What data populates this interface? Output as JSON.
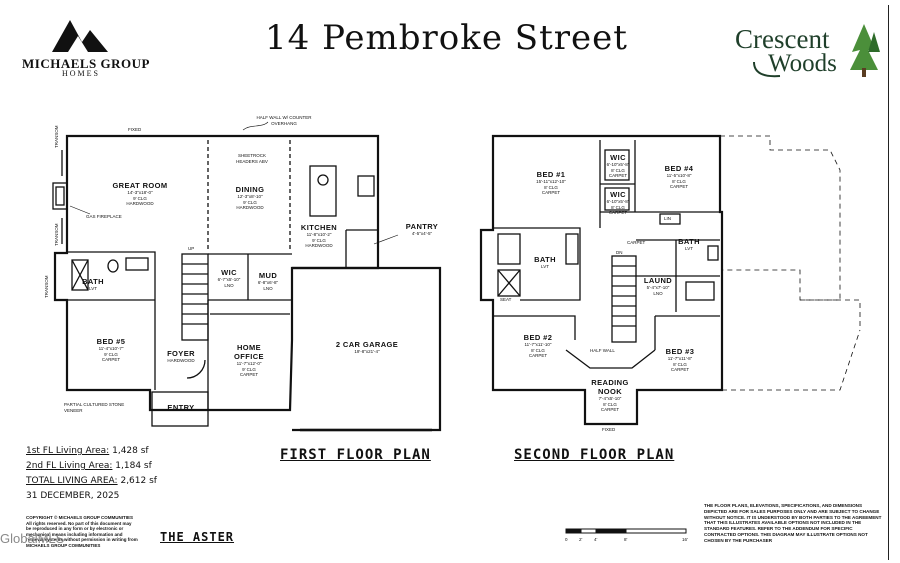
{
  "header": {
    "title": "14 Pembroke Street",
    "builder_name": "MICHAELS GROUP",
    "builder_sub": "HOMES",
    "community_line1": "Crescent",
    "community_line2": "Woods"
  },
  "first_floor": {
    "plan_title": "FIRST FLOOR PLAN",
    "notes": {
      "fixed": "FIXED",
      "half_wall": "HALF WALL W/ COUNTER OVERHANG",
      "sheetrock": "SHEETROCK HEADERS ABV",
      "gas_fireplace": "GAS FIREPLACE",
      "transom_a": "TRANSOM",
      "transom_b": "TRANSOM",
      "transom_c": "TRANSOM",
      "partial_stone": "PARTIAL CULTURED STONE VENEER",
      "up": "UP"
    },
    "rooms": [
      {
        "name": "GREAT ROOM",
        "dims": "14'-3\"x18'-0\"",
        "ceiling": "9' CLG",
        "floor": "HARDWOOD"
      },
      {
        "name": "DINING",
        "dims": "12'-3\"x8'-10\"",
        "ceiling": "9' CLG",
        "floor": "HARDWOOD"
      },
      {
        "name": "KITCHEN",
        "dims": "11'-8\"x10'-2\"",
        "ceiling": "9' CLG",
        "floor": "HARDWOOD"
      },
      {
        "name": "PANTRY",
        "dims": "4'-5\"x4'-5\""
      },
      {
        "name": "WIC",
        "dims": "6'-7\"x5'-10\"",
        "floor": "LNO"
      },
      {
        "name": "MUD",
        "dims": "6'-8\"x6'-8\"",
        "floor": "LNO"
      },
      {
        "name": "BATH",
        "floor": "LVT"
      },
      {
        "name": "BED #5",
        "dims": "11'-4\"x10'-7\"",
        "ceiling": "9' CLG",
        "floor": "CARPET"
      },
      {
        "name": "FOYER",
        "floor": "HARDWOOD"
      },
      {
        "name": "HOME OFFICE",
        "dims": "11'-7\"x12'-0\"",
        "ceiling": "9' CLG",
        "floor": "CARPET"
      },
      {
        "name": "2 CAR GARAGE",
        "dims": "19'-8\"x21'-4\""
      },
      {
        "name": "ENTRY"
      }
    ]
  },
  "second_floor": {
    "plan_title": "SECOND FLOOR PLAN",
    "notes": {
      "half_wall": "HALF WALL",
      "fixed": "FIXED",
      "seat": "SEAT",
      "carpet_hall": "CARPET",
      "lin": "LIN",
      "dn": "DN"
    },
    "rooms": [
      {
        "name": "BED #1",
        "dims": "15'-11\"x12'-10\"",
        "ceiling": "8' CLG",
        "floor": "CARPET"
      },
      {
        "name": "WIC",
        "dims": "6'-10\"x5'-8\"",
        "ceiling": "8' CLG",
        "floor": "CARPET"
      },
      {
        "name": "WIC",
        "dims": "6'-10\"x5'-8\"",
        "ceiling": "8' CLG",
        "floor": "CARPET"
      },
      {
        "name": "BED #4",
        "dims": "11'-5\"x10'-8\"",
        "ceiling": "8' CLG",
        "floor": "CARPET"
      },
      {
        "name": "BATH",
        "floor": "LVT"
      },
      {
        "name": "BATH",
        "floor": "LVT"
      },
      {
        "name": "LAUND",
        "dims": "5'-4\"x7'-10\"",
        "floor": "LNO"
      },
      {
        "name": "BED #2",
        "dims": "11'-7\"x11'-10\"",
        "ceiling": "8' CLG",
        "floor": "CARPET"
      },
      {
        "name": "BED #3",
        "dims": "11'-7\"x11'-8\"",
        "ceiling": "8' CLG",
        "floor": "CARPET"
      },
      {
        "name": "READING NOOK",
        "dims": "7'-4\"x5'-10\"",
        "ceiling": "8' CLG",
        "floor": "CARPET"
      }
    ]
  },
  "stats": {
    "first_label": "1st FL Living Area:",
    "first_value": "1,428 sf",
    "second_label": "2nd FL Living Area:",
    "second_value": "1,184 sf",
    "total_label": "TOTAL LIVING AREA:",
    "total_value": "2,612 sf",
    "date": "31 DECEMBER, 2025"
  },
  "model_name": "THE ASTER",
  "copyright": "COPYRIGHT © MICHAELS GROUP COMMUNITIES All rights reserved. No part of this document may be reproduced in any form or by electronic or mechanical means including information and retrieval systems without permission in writing from MICHAELS GROUP COMMUNITIES",
  "disclaimer": "THE FLOOR PLANS, ELEVATIONS, SPECIFICATIONS, AND DIMENSIONS DEPICTED ARE FOR SALES PURPOSES ONLY AND ARE SUBJECT TO CHANGE WITHOUT NOTICE. IT IS UNDERSTOOD BY BOTH PARTIES TO THE AGREEMENT THAT THIS ILLUSTRATES AVAILABLE OPTIONS NOT INCLUDED IN THE STANDARD FEATURES. REFER TO THE ADDENDUM FOR SPECIFIC CONTRACTED OPTIONS. THIS DIAGRAM MAY ILLUSTRATE OPTIONS NOT CHOSEN BY THE PURCHASER",
  "scale_labels": [
    "0",
    "2'",
    "4'",
    "8'",
    "16'"
  ],
  "watermark": "GlobalMLS"
}
